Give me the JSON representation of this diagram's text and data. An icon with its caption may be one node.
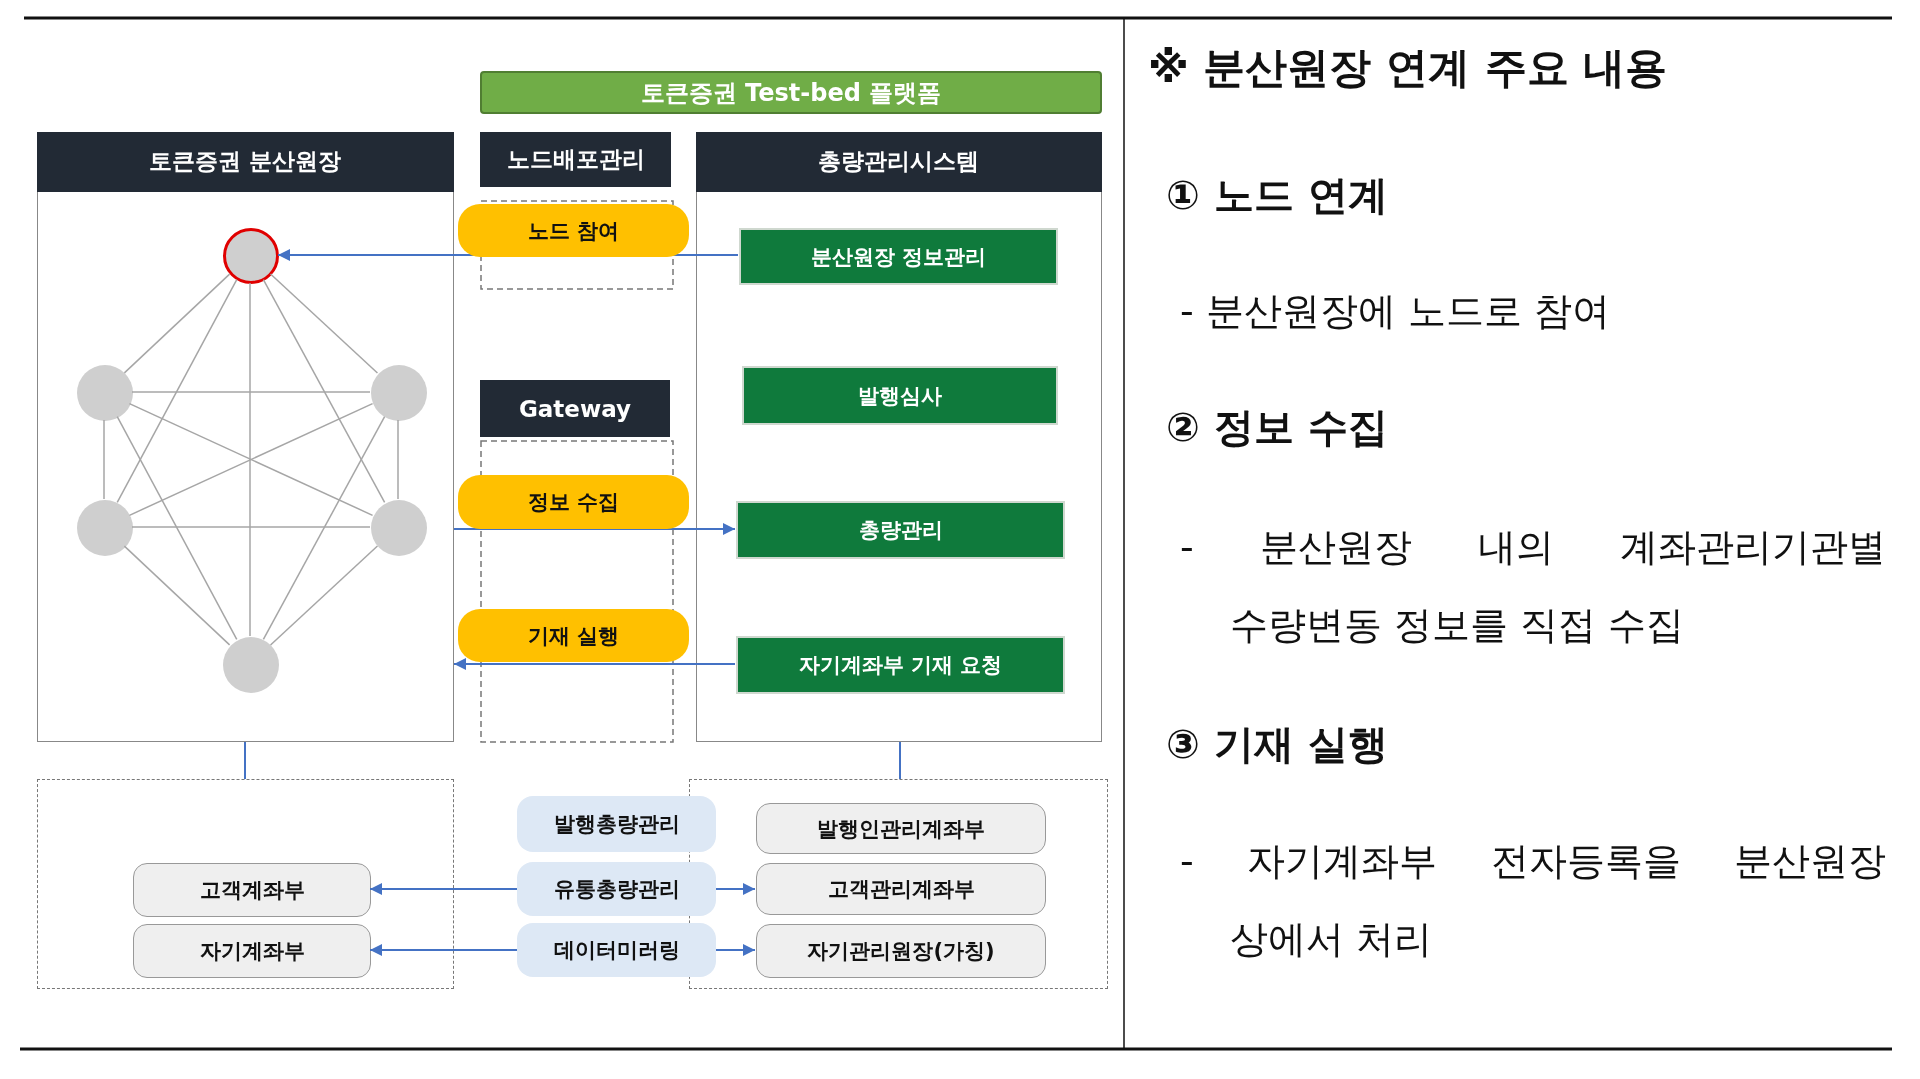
{
  "diagram": {
    "nodes": [
      {
        "text": [
          "토큰증권 Test-bed 플랫폼"
        ]
      },
      {
        "text": [
          "토큰증권 분산원장"
        ]
      },
      {
        "text": [],
        "shape": "circle",
        "in": 1
      },
      {
        "text": [],
        "shape": "circle",
        "in": 1
      },
      {
        "text": [],
        "shape": "circle",
        "in": 1
      },
      {
        "text": [],
        "shape": "circle",
        "in": 1
      },
      {
        "text": [],
        "shape": "circle",
        "in": 1
      },
      {
        "text": [],
        "shape": "circle",
        "in": 1
      },
      {
        "text": [
          "노드배포관리"
        ]
      },
      {
        "text": [
          "Gateway"
        ]
      },
      {
        "text": [
          "총량관리시스템"
        ]
      },
      {
        "text": [
          "분산원장 정보관리"
        ],
        "in": 10
      },
      {
        "text": [
          "발행심사"
        ],
        "in": 10
      },
      {
        "text": [
          "총량관리"
        ],
        "in": 10
      },
      {
        "text": [
          "자기계좌부 기재 요청"
        ],
        "in": 10
      },
      {
        "text": [],
        "shape": "box"
      },
      {
        "text": [
          "고객계좌부"
        ],
        "in": 15
      },
      {
        "text": [
          "자기계좌부"
        ],
        "in": 15
      },
      {
        "text": [],
        "shape": "box"
      },
      {
        "text": [
          "발행인관리계좌부"
        ],
        "in": 18
      },
      {
        "text": [
          "고객관리계좌부"
        ],
        "in": 18
      },
      {
        "text": [
          "자기관리원장(가칭)"
        ],
        "in": 18
      },
      {
        "text": [
          "발행총량관리"
        ]
      },
      {
        "text": [
          "유통총량관리"
        ]
      },
      {
        "text": [
          "데이터미러링"
        ]
      }
    ],
    "edges": [
      {
        "from": 11,
        "to": 2,
        "arrow": "to",
        "label": "노드 참여",
        "color": "#4472c4"
      },
      {
        "from": 1,
        "to": 13,
        "arrow": "to",
        "label": "정보 수집",
        "color": "#4472c4"
      },
      {
        "from": 14,
        "to": 1,
        "arrow": "to",
        "label": "기재 실행",
        "color": "#4472c4"
      },
      {
        "from": 1,
        "to": 15,
        "arrow": "none",
        "color": "#4472c4"
      },
      {
        "from": 10,
        "to": 18,
        "arrow": "none",
        "color": "#4472c4"
      },
      {
        "from": 23,
        "to": 16,
        "arrow": "to",
        "color": "#4472c4"
      },
      {
        "from": 23,
        "to": 20,
        "arrow": "to",
        "color": "#4472c4"
      },
      {
        "from": 24,
        "to": 17,
        "arrow": "to",
        "color": "#4472c4"
      },
      {
        "from": 24,
        "to": 21,
        "arrow": "to",
        "color": "#4472c4"
      },
      {
        "from": 2,
        "to": 3,
        "arrow": "none"
      },
      {
        "from": 2,
        "to": 4,
        "arrow": "none"
      },
      {
        "from": 2,
        "to": 5,
        "arrow": "none"
      },
      {
        "from": 2,
        "to": 6,
        "arrow": "none"
      },
      {
        "from": 2,
        "to": 7,
        "arrow": "none"
      },
      {
        "from": 3,
        "to": 4,
        "arrow": "none"
      },
      {
        "from": 3,
        "to": 5,
        "arrow": "none"
      },
      {
        "from": 3,
        "to": 6,
        "arrow": "none"
      },
      {
        "from": 3,
        "to": 7,
        "arrow": "none"
      },
      {
        "from": 4,
        "to": 5,
        "arrow": "none"
      },
      {
        "from": 4,
        "to": 6,
        "arrow": "none"
      },
      {
        "from": 4,
        "to": 7,
        "arrow": "none"
      },
      {
        "from": 5,
        "to": 6,
        "arrow": "none"
      },
      {
        "from": 5,
        "to": 7,
        "arrow": "none"
      },
      {
        "from": 6,
        "to": 7,
        "arrow": "none"
      }
    ],
    "labels": [
      "※ 분산원장 연계 주요 내용",
      "① 노드 연계",
      "- 분산원장에 노드로 참여",
      "② 정보 수집",
      "- 분산원장 내의 계좌관리기관별 수량변동 정보를 직접 수집",
      "③ 기재 실행",
      "- 자기계좌부 전자등록을 분산원장 상에서 처리"
    ]
  }
}
